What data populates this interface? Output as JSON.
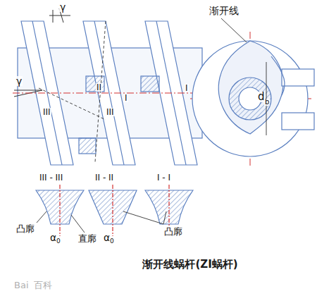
{
  "diagram": {
    "caption": "渐开线蜗杆(ZI蜗杆)",
    "labels": [
      "γ",
      "γ",
      "II",
      "I",
      "I",
      "III",
      "III",
      "渐开线",
      "d",
      "b",
      "III - III",
      "II - II",
      "I - I",
      "凸廓",
      "直廓",
      "凸廓",
      "α",
      "0",
      "α",
      "0",
      "Bai",
      "百科"
    ]
  }
}
